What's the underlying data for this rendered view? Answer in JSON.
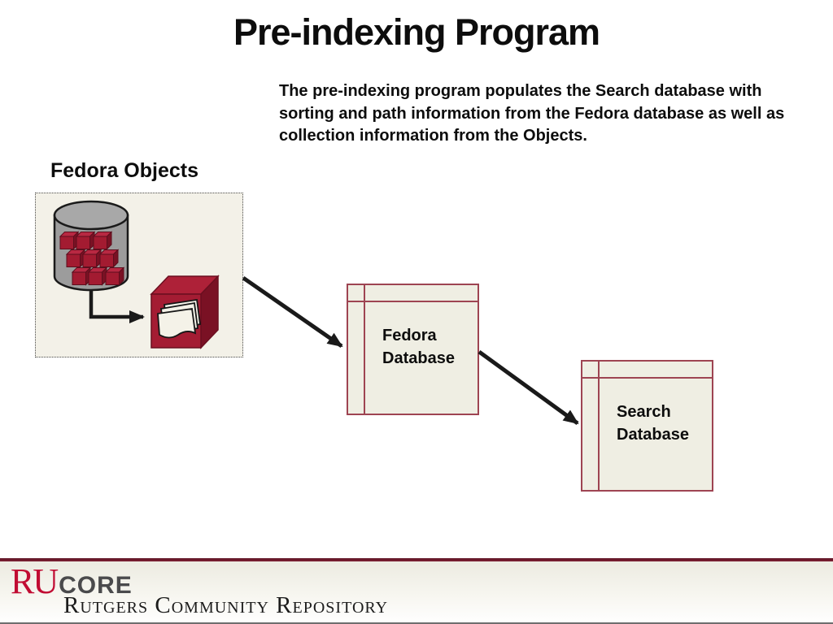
{
  "slide": {
    "title": "Pre-indexing Program",
    "description": "The pre-indexing program populates the Search database with sorting and path information from the Fedora database as well as collection information from the Objects.",
    "objects_panel": {
      "label": "Fedora Objects"
    },
    "nodes": {
      "fedora_db": "Fedora\nDatabase",
      "search_db": "Search\nDatabase"
    }
  },
  "footer": {
    "logo_primary": "RU",
    "logo_secondary": "core",
    "tagline": "Rutgers Community Repository"
  },
  "colors": {
    "box_border_maroon": "#9e4452",
    "box_fill": "#efeee3",
    "cube_crimson": "#a31b31",
    "footer_rule_maroon": "#5f1626",
    "logo_red": "#c10c33",
    "logo_gray": "#4a4a4c",
    "arrow_black": "#1a1a1a"
  }
}
